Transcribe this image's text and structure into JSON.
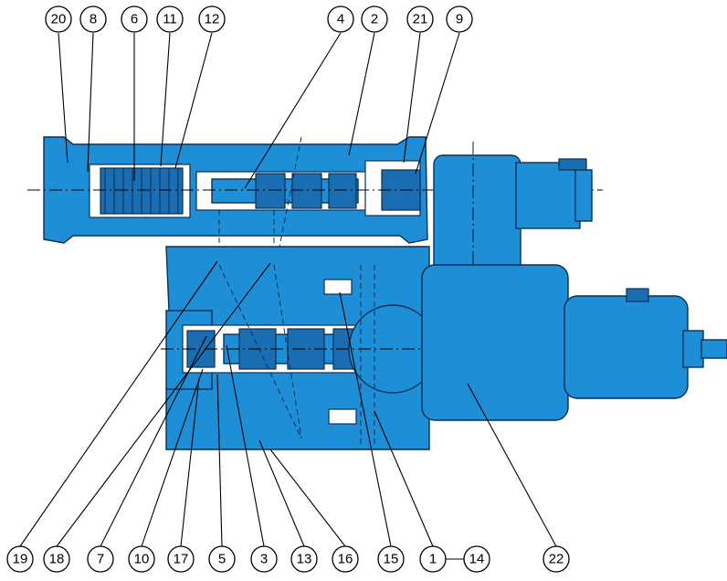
{
  "callouts_top": [
    "20",
    "8",
    "6",
    "11",
    "12",
    "4",
    "2",
    "21",
    "9"
  ],
  "callouts_bottom": [
    "19",
    "18",
    "7",
    "10",
    "17",
    "5",
    "3",
    "13",
    "16",
    "15",
    "1",
    "14",
    "22"
  ],
  "colors": {
    "body": "#1e8fd6",
    "outline": "#0a2f55",
    "section": "#ffffff"
  }
}
